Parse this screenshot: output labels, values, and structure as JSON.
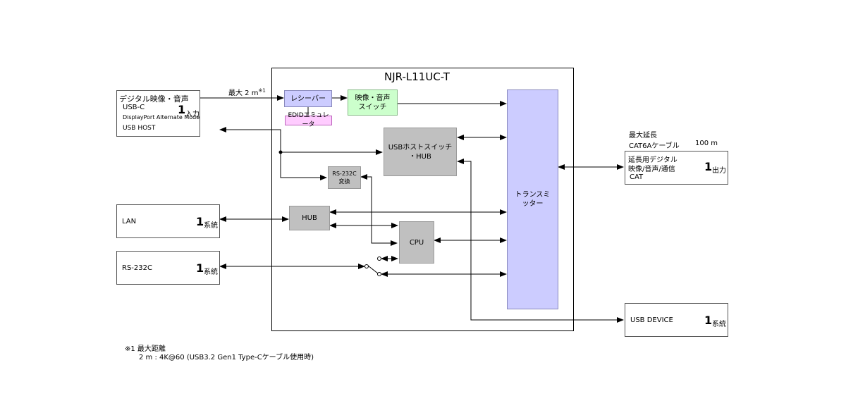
{
  "device": {
    "title": "NJR-L11UC-T"
  },
  "inputs": {
    "av": {
      "heading": "デジタル映像・音声",
      "line1": "USB-C",
      "line2": "DisplayPort Alternate Mode",
      "line3": "USB HOST",
      "count": "1",
      "unit": "入力"
    },
    "lan": {
      "label": "LAN",
      "count": "1",
      "unit": "系統"
    },
    "rs232c": {
      "label": "RS-232C",
      "count": "1",
      "unit": "系統"
    }
  },
  "outputs": {
    "cat": {
      "line1": "延長用デジタル",
      "line2": "映像/音声/通信",
      "line3": "CAT",
      "count": "1",
      "unit": "出力",
      "max_label": "最大延長",
      "cable": "CAT6Aケーブル",
      "distance": "100 m"
    },
    "usb_device": {
      "label": "USB DEVICE",
      "count": "1",
      "unit": "系統"
    }
  },
  "blocks": {
    "receiver": "レシーバー",
    "edid": "EDIDエミュレータ",
    "av_switch_1": "映像・音声",
    "av_switch_2": "スイッチ",
    "usb_switch_1": "USBホストスイッチ",
    "usb_switch_2": "・HUB",
    "rs232_conv_1": "RS-232C",
    "rs232_conv_2": "変換",
    "hub": "HUB",
    "cpu": "CPU",
    "transmitter_1": "トランスミ",
    "transmitter_2": "ッター"
  },
  "annotations": {
    "max_input": "最大 2 m",
    "max_input_note": "※1",
    "footnote_title": "※1 最大距離",
    "footnote_body": "2 m : 4K@60 (USB3.2 Gen1 Type-Cケーブル使用時)"
  }
}
